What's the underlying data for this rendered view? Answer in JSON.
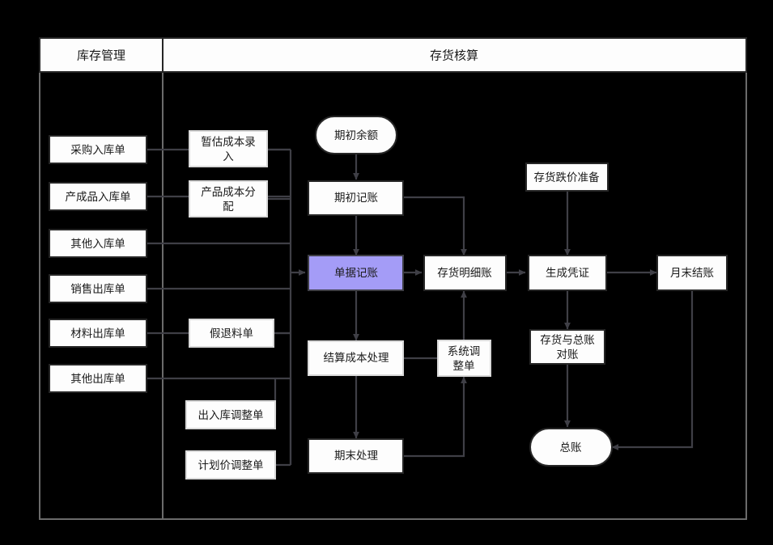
{
  "diagram": {
    "title_left": "库存管理",
    "title_right": "存货核算",
    "accent_color": "#a49cf7",
    "line_color": "#3f3f46",
    "frame_color": "#6b6b6b",
    "background_color": "#000000",
    "node_fill": "#fdfdfd",
    "type": "flowchart"
  },
  "inventory_management": {
    "header": "库存管理",
    "documents": [
      {
        "id": "purchase-receipt",
        "label": "采购入库单"
      },
      {
        "id": "finished-goods-receipt",
        "label": "产成品入库单"
      },
      {
        "id": "other-receipt",
        "label": "其他入库单"
      },
      {
        "id": "sales-issue",
        "label": "销售出库单"
      },
      {
        "id": "material-issue",
        "label": "材料出库单"
      },
      {
        "id": "other-issue",
        "label": "其他出库单"
      }
    ]
  },
  "inventory_accounting": {
    "header": "存货核算",
    "aux_documents": [
      {
        "id": "estimated-cost-entry",
        "line1": "暂估成本录",
        "line2": "入",
        "label": "暂估成本录入"
      },
      {
        "id": "product-cost-allocation",
        "line1": "产品成本分",
        "line2": "配",
        "label": "产品成本分配"
      },
      {
        "id": "false-material-return",
        "label": "假退料单"
      },
      {
        "id": "in-out-adjustment",
        "label": "出入库调整单"
      },
      {
        "id": "planned-price-adjustment",
        "label": "计划价调整单"
      }
    ],
    "flow_nodes": [
      {
        "id": "opening-balance",
        "label": "期初余额",
        "shape": "stadium"
      },
      {
        "id": "opening-posting",
        "label": "期初记账",
        "shape": "rect"
      },
      {
        "id": "document-posting",
        "label": "单据记账",
        "shape": "rect",
        "highlighted": true
      },
      {
        "id": "inventory-ledger",
        "label": "存货明细账",
        "shape": "rect"
      },
      {
        "id": "cost-settlement",
        "label": "结算成本处理",
        "shape": "rect"
      },
      {
        "id": "period-end",
        "label": "期末处理",
        "shape": "rect"
      },
      {
        "id": "system-adjustment",
        "line1": "系统调",
        "line2": "整单",
        "label": "系统调整单",
        "shape": "rect"
      },
      {
        "id": "inventory-impairment",
        "label": "存货跌价准备",
        "shape": "rect"
      },
      {
        "id": "generate-voucher",
        "label": "生成凭证",
        "shape": "rect"
      },
      {
        "id": "month-end-closing",
        "label": "月末结账",
        "shape": "rect"
      },
      {
        "id": "inventory-gl-reconcile",
        "line1": "存货与总账",
        "line2": "对账",
        "label": "存货与总账对账",
        "shape": "rect"
      },
      {
        "id": "general-ledger",
        "label": "总账",
        "shape": "stadium"
      }
    ]
  }
}
